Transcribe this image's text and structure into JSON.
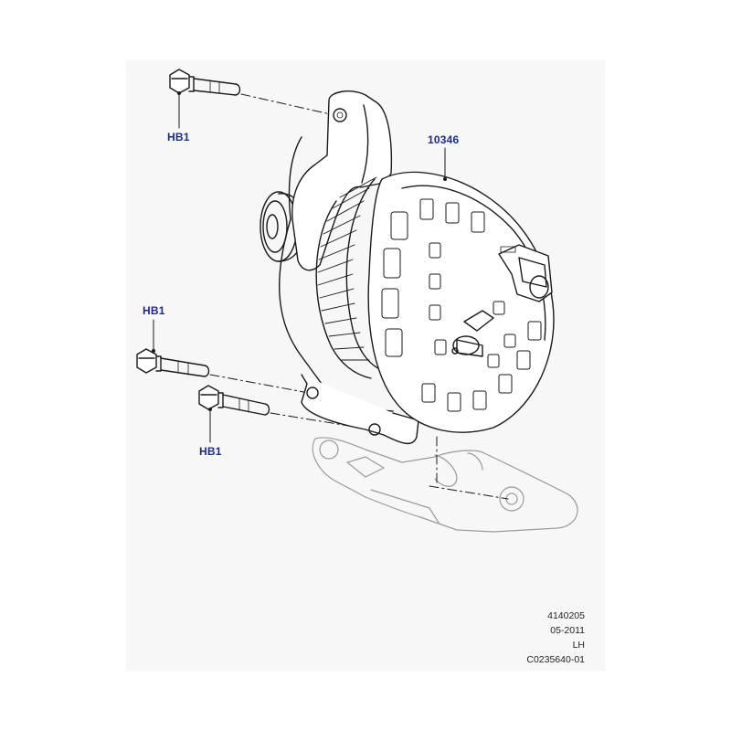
{
  "callouts": {
    "bolt_top": "HB1",
    "bolt_middle": "HB1",
    "bolt_bottom": "HB1",
    "alternator": "10346"
  },
  "reference": {
    "line1": "4140205",
    "line2": "05-2011",
    "line3": "LH",
    "line4": "C0235640-01"
  },
  "colors": {
    "background": "#f7f7f7",
    "line": "#1a1a1a",
    "callout_text": "#1c2a8c"
  }
}
